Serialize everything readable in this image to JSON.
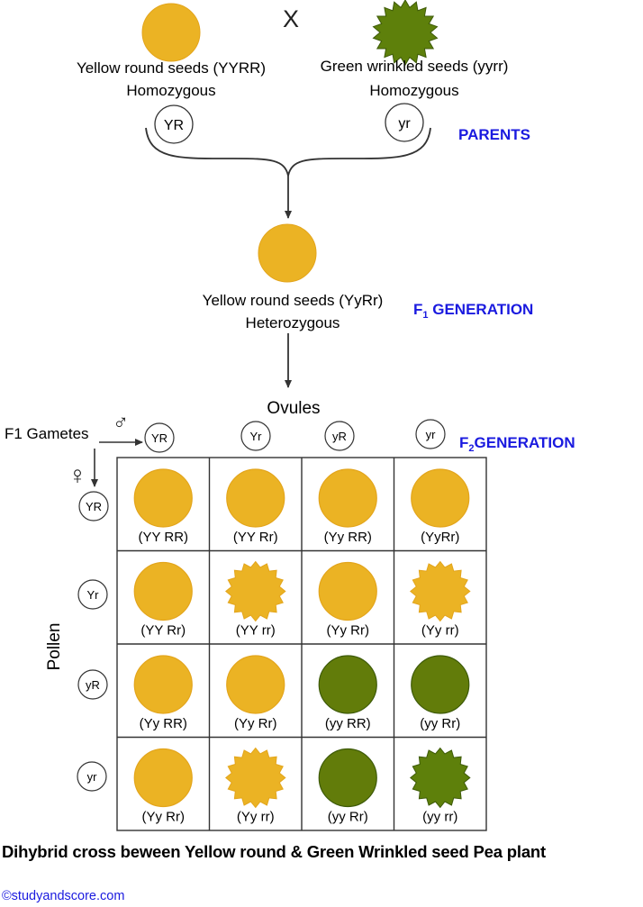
{
  "colors": {
    "yellow": "#ebb324",
    "green": "#5e800b",
    "green_round": "#627c0a",
    "blue": "#1a1adf",
    "ink": "#333333"
  },
  "parents": {
    "cross_symbol": "X",
    "left": {
      "name": "Yellow round seeds (YYRR)",
      "zygosity": "Homozygous",
      "gamete": "YR",
      "seed_color": "yellow",
      "seed_shape": "round"
    },
    "right": {
      "name": "Green wrinkled seeds (yyrr)",
      "zygosity": "Homozygous",
      "gamete": "yr",
      "seed_color": "green",
      "seed_shape": "wrinkled"
    },
    "label": "PARENTS"
  },
  "f1": {
    "name": "Yellow round seeds (YyRr)",
    "zygosity": "Heterozygous",
    "label_prefix": "F",
    "label_sub": "1",
    "label_suffix": " GENERATION",
    "seed_color": "yellow",
    "seed_shape": "round"
  },
  "f2": {
    "label_prefix": "F",
    "label_sub": "2",
    "label_suffix": "GENERATION",
    "ovules_label": "Ovules",
    "pollen_label": "Pollen",
    "gametes_label": "F1 Gametes",
    "male_symbol": "♂",
    "female_symbol": "♀",
    "col_gametes": [
      "YR",
      "Yr",
      "yR",
      "yr"
    ],
    "row_gametes": [
      "YR",
      "Yr",
      "yR",
      "yr"
    ],
    "grid": [
      [
        {
          "genotype": "(YY RR)",
          "color": "yellow",
          "shape": "round"
        },
        {
          "genotype": "(YY Rr)",
          "color": "yellow",
          "shape": "round"
        },
        {
          "genotype": "(Yy RR)",
          "color": "yellow",
          "shape": "round"
        },
        {
          "genotype": "(YyRr)",
          "color": "yellow",
          "shape": "round"
        }
      ],
      [
        {
          "genotype": "(YY Rr)",
          "color": "yellow",
          "shape": "round"
        },
        {
          "genotype": "(YY rr)",
          "color": "yellow",
          "shape": "wrinkled"
        },
        {
          "genotype": "(Yy Rr)",
          "color": "yellow",
          "shape": "round"
        },
        {
          "genotype": "(Yy rr)",
          "color": "yellow",
          "shape": "wrinkled"
        }
      ],
      [
        {
          "genotype": "(Yy RR)",
          "color": "yellow",
          "shape": "round"
        },
        {
          "genotype": "(Yy Rr)",
          "color": "yellow",
          "shape": "round"
        },
        {
          "genotype": "(yy RR)",
          "color": "green",
          "shape": "round"
        },
        {
          "genotype": "(yy Rr)",
          "color": "green",
          "shape": "round"
        }
      ],
      [
        {
          "genotype": "(Yy Rr)",
          "color": "yellow",
          "shape": "round"
        },
        {
          "genotype": "(Yy rr)",
          "color": "yellow",
          "shape": "wrinkled"
        },
        {
          "genotype": "(yy Rr)",
          "color": "green",
          "shape": "round"
        },
        {
          "genotype": "(yy rr)",
          "color": "green",
          "shape": "wrinkled"
        }
      ]
    ]
  },
  "caption": "Dihybrid cross beween Yellow round & Green Wrinkled seed Pea plant",
  "credit": "©studyandscore.com"
}
